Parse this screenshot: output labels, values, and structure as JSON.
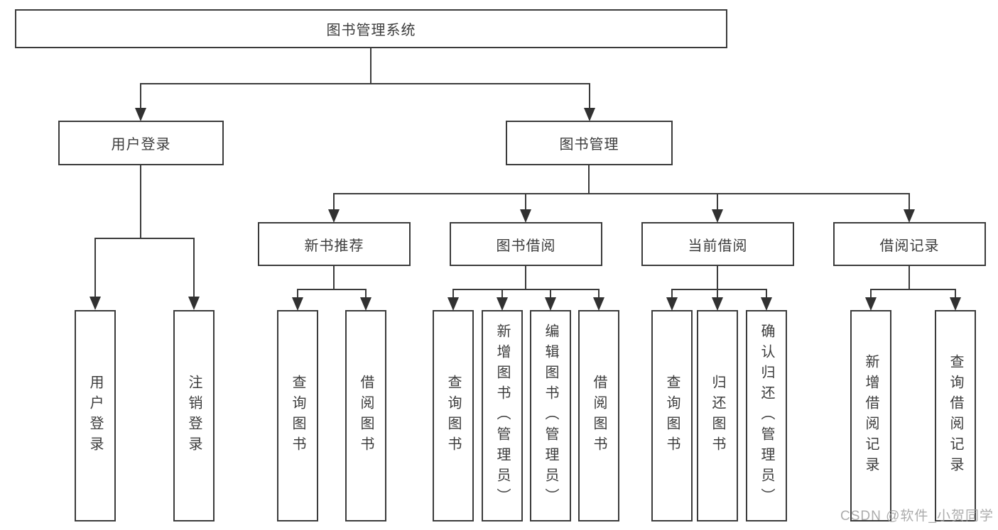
{
  "diagram": {
    "root": {
      "label": "图书管理系统"
    },
    "branches": [
      {
        "label": "用户登录",
        "leaves": [
          "用户登录",
          "注销登录"
        ]
      },
      {
        "label": "图书管理",
        "groups": [
          {
            "label": "新书推荐",
            "leaves": [
              "查询图书",
              "借阅图书"
            ]
          },
          {
            "label": "图书借阅",
            "leaves": [
              "查询图书",
              "新增图书（管理员）",
              "编辑图书（管理员）",
              "借阅图书"
            ]
          },
          {
            "label": "当前借阅",
            "leaves": [
              "查询图书",
              "归还图书",
              "确认归还（管理员）"
            ]
          },
          {
            "label": "借阅记录",
            "leaves": [
              "新增借阅记录",
              "查询借阅记录"
            ]
          }
        ]
      }
    ]
  },
  "watermark": {
    "text": "CSDN @软件_小贺同学"
  },
  "colors": {
    "line": "#3b3b3b",
    "text": "#3c3c3c",
    "background": "#ffffff",
    "watermark": "#9e9e9e"
  }
}
